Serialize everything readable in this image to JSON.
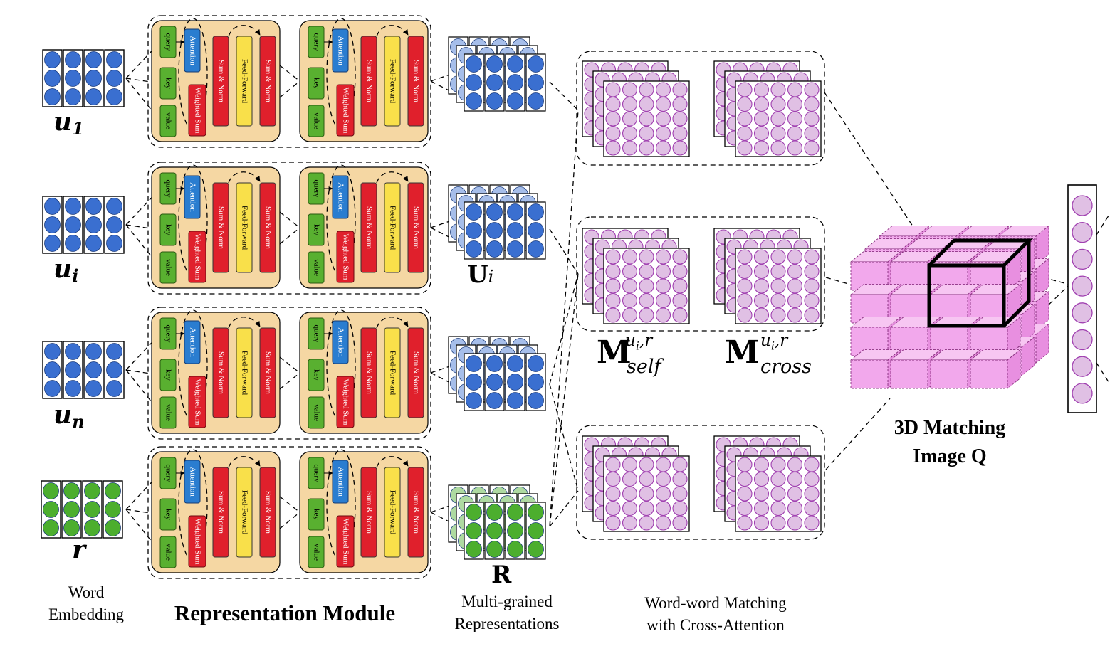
{
  "labels": {
    "u1": "u",
    "u1_sub": "1",
    "ui": "u",
    "ui_sub": "i",
    "un": "u",
    "un_sub": "n",
    "r": "r",
    "Ui": "U",
    "Ui_sub": "i",
    "R": "R",
    "M_self_base": "M",
    "M_self_sup": "u",
    "M_self_sup_sub": "i",
    "M_self_sup_tail": ",r",
    "M_self_sub": "self",
    "M_cross_base": "M",
    "M_cross_sup": "u",
    "M_cross_sup_sub": "i",
    "M_cross_sup_tail": ",r",
    "M_cross_sub": "cross",
    "word_embedding_1": "Word",
    "word_embedding_2": "Embedding",
    "representation_module": "Representation Module",
    "multi_grained_1": "Multi-grained",
    "multi_grained_2": "Representations",
    "word_word_1": "Word-word Matching",
    "word_word_2": "with Cross-Attention",
    "matching_image_1": "3D Matching",
    "matching_image_2": "Image Q"
  },
  "block": {
    "query": "query",
    "key": "key",
    "value": "value",
    "attention": "Attention",
    "weighted_sum": "Weighted Sum",
    "sum_norm": "Sum & Norm",
    "feed_forward": "Feed-Forward"
  },
  "colors": {
    "user_embedding": "#3a6fd0",
    "response_embedding": "#4cae2e",
    "matrix_cell": "#e0c0e4",
    "matrix_cell_border": "#a040b0",
    "cube_fill": "#f2a8ec",
    "module_bg": "#f5d7a3",
    "green_block": "#59b030",
    "blue_block": "#2a7dd0",
    "red_block": "#e0202c",
    "yellow_block": "#f9e04a"
  }
}
